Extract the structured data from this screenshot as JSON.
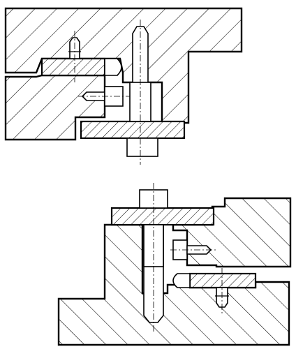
{
  "figure": {
    "views": [
      {
        "id": "top-assembly",
        "description_icon": "section-drawing"
      },
      {
        "id": "bottom-assembly",
        "description_icon": "section-drawing"
      }
    ],
    "colors": {
      "line": "#000000",
      "background": "#ffffff",
      "hatch": "#000000"
    }
  }
}
